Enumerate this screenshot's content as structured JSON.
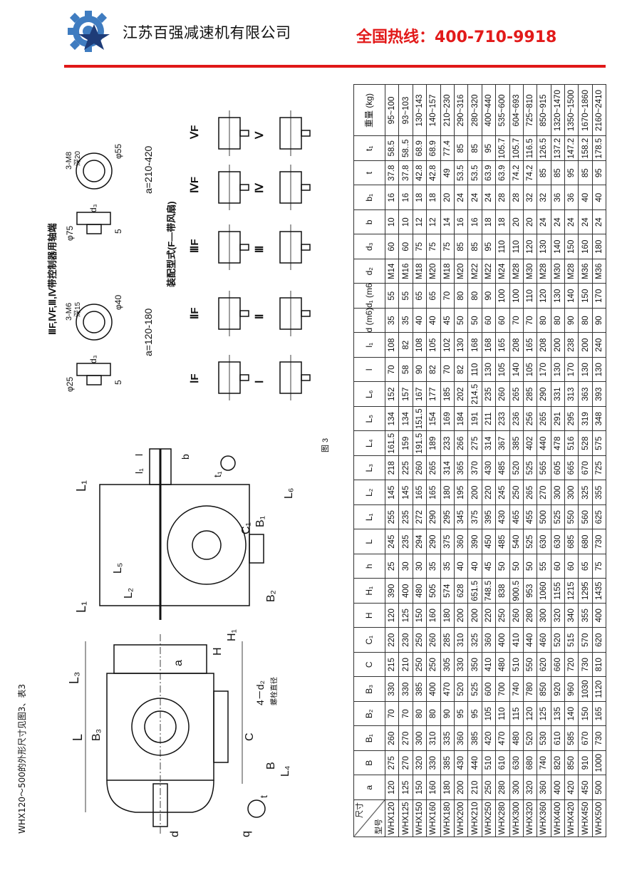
{
  "header": {
    "company": "江苏百强减速机有限公司",
    "hotline": "全国热线：400-710-9918",
    "brand_color": "#2a5aa0",
    "accent_color": "#e21a1a"
  },
  "caption": "WHX120～500的外形尺寸见图3、表3",
  "figure_label": "图 3",
  "drawing_labels": {
    "L": "L",
    "B3": "B₃",
    "L3": "L₃",
    "a": "a",
    "H": "H",
    "H1": "H₁",
    "C": "C",
    "B": "B",
    "d2": "4－d₂",
    "bolt": "螺栓直径",
    "L4": "L₄",
    "d": "d",
    "q": "q",
    "t": "t",
    "L1": "L₁",
    "L1b": "L₁",
    "L2": "L₂",
    "L5": "L₅",
    "C1": "C₁",
    "B1": "B₁",
    "B2": "B₂",
    "L6": "L₆",
    "l1": "l₁",
    "b": "b",
    "l": "l",
    "t1": "t₁"
  },
  "shaft_end": {
    "title": "ⅢF,ⅣF,Ⅲ,Ⅳ带控制器用轴端",
    "small": {
      "range": "a=120-180",
      "dia": "φ25",
      "flange": "φ40",
      "holes": "3-M6",
      "depth": "深15",
      "d3": "d₃",
      "five": "5"
    },
    "large": {
      "range": "a=210-420",
      "dia": "φ75",
      "flange": "φ55",
      "holes": "3-M8",
      "depth": "深20",
      "d3": "d₃",
      "five": "5"
    }
  },
  "assembly": {
    "title": "装配型式(F—带风扇)",
    "fan_row": [
      "ⅠF",
      "ⅡF",
      "ⅢF",
      "ⅣF",
      "ⅤF"
    ],
    "plain_row": [
      "Ⅰ",
      "Ⅱ",
      "Ⅲ",
      "Ⅳ",
      "Ⅴ"
    ]
  },
  "table": {
    "corner_top": "尺寸",
    "corner_bottom": "型号",
    "columns": [
      "a",
      "B",
      "B₁",
      "B₂",
      "B₃",
      "C",
      "C₁",
      "H",
      "H₁",
      "h",
      "L",
      "L₁",
      "L₂",
      "L₃",
      "L₄",
      "L₅",
      "L₆",
      "l",
      "l₁",
      "d (m6)",
      "d₁ (m6)",
      "d₂",
      "d₃",
      "b",
      "b₁",
      "t",
      "t₁",
      "重量 (kg)"
    ],
    "rows": [
      [
        "WHX120",
        "120",
        "275",
        "260",
        "70",
        "330",
        "215",
        "220",
        "120",
        "390",
        "25",
        "245",
        "255",
        "145",
        "218",
        "161.5",
        "134",
        "152",
        "70",
        "108",
        "35",
        "55",
        "M14",
        "60",
        "10",
        "16",
        "37.8",
        "58.5",
        "95~100"
      ],
      [
        "WHX125",
        "125",
        "270",
        "270",
        "70",
        "330",
        "210",
        "230",
        "125",
        "400",
        "30",
        "235",
        "235",
        "145",
        "225",
        "159",
        "134",
        "157",
        "58",
        "82",
        "35",
        "55",
        "M16",
        "60",
        "10",
        "16",
        "37.8",
        "58..5",
        "93~103"
      ],
      [
        "WHX150",
        "150",
        "320",
        "300",
        "80",
        "385",
        "250",
        "250",
        "150",
        "480",
        "30",
        "294",
        "272",
        "165",
        "260",
        "191.5",
        "151.5",
        "167",
        "90",
        "108",
        "40",
        "65",
        "M18",
        "75",
        "12",
        "18",
        "42.8",
        "68.9",
        "130~143"
      ],
      [
        "WHX160",
        "160",
        "330",
        "310",
        "80",
        "400",
        "250",
        "260",
        "160",
        "505",
        "35",
        "290",
        "290",
        "165",
        "265",
        "189",
        "154",
        "177",
        "82",
        "105",
        "40",
        "65",
        "M20",
        "75",
        "12",
        "18",
        "42.8",
        "68.9",
        "140~157"
      ],
      [
        "WHX180",
        "180",
        "385",
        "335",
        "90",
        "470",
        "305",
        "285",
        "180",
        "574",
        "35",
        "375",
        "295",
        "180",
        "314",
        "233",
        "169",
        "185",
        "70",
        "102",
        "45",
        "70",
        "M18",
        "75",
        "14",
        "20",
        "49",
        "77.4",
        "210~230"
      ],
      [
        "WHX200",
        "200",
        "430",
        "360",
        "95",
        "520",
        "330",
        "310",
        "200",
        "628",
        "40",
        "360",
        "345",
        "195",
        "365",
        "266",
        "184",
        "202",
        "82",
        "130",
        "50",
        "80",
        "M20",
        "85",
        "16",
        "24",
        "53.5",
        "85",
        "290~316"
      ],
      [
        "WHX210",
        "210",
        "440",
        "385",
        "95",
        "525",
        "350",
        "325",
        "200",
        "651.5",
        "40",
        "390",
        "375",
        "200",
        "370",
        "275",
        "191",
        "214.5",
        "110",
        "168",
        "50",
        "80",
        "M22",
        "85",
        "16",
        "24",
        "53.5",
        "85",
        "280~320"
      ],
      [
        "WHX250",
        "250",
        "510",
        "420",
        "105",
        "600",
        "410",
        "360",
        "220",
        "748.5",
        "45",
        "450",
        "395",
        "220",
        "430",
        "314",
        "211",
        "235",
        "130",
        "168",
        "60",
        "90",
        "M22",
        "95",
        "18",
        "24",
        "63.9",
        "95",
        "400~440"
      ],
      [
        "WHX280",
        "280",
        "610",
        "470",
        "110",
        "700",
        "480",
        "400",
        "250",
        "838",
        "50",
        "485",
        "430",
        "245",
        "485",
        "367",
        "233",
        "260",
        "105",
        "165",
        "60",
        "100",
        "M24",
        "110",
        "18",
        "28",
        "63.9",
        "105.7",
        "535~600"
      ],
      [
        "WHX300",
        "300",
        "630",
        "480",
        "115",
        "740",
        "510",
        "410",
        "260",
        "900.5",
        "50",
        "540",
        "465",
        "250",
        "520",
        "385",
        "236",
        "265",
        "140",
        "208",
        "70",
        "100",
        "M28",
        "110",
        "20",
        "28",
        "74.2",
        "105.7",
        "604~693"
      ],
      [
        "WHX320",
        "320",
        "680",
        "520",
        "120",
        "780",
        "550",
        "440",
        "280",
        "953",
        "50",
        "525",
        "455",
        "265",
        "525",
        "402",
        "256",
        "285",
        "105",
        "165",
        "70",
        "110",
        "M30",
        "120",
        "20",
        "32",
        "74.2",
        "116.5",
        "725~810"
      ],
      [
        "WHX360",
        "360",
        "740",
        "530",
        "125",
        "850",
        "620",
        "460",
        "300",
        "1060",
        "55",
        "630",
        "500",
        "270",
        "565",
        "440",
        "265",
        "290",
        "170",
        "208",
        "80",
        "120",
        "M28",
        "130",
        "24",
        "32",
        "85",
        "126.5",
        "850~915"
      ],
      [
        "WHX400",
        "400",
        "820",
        "610",
        "135",
        "920",
        "660",
        "520",
        "320",
        "1155",
        "60",
        "630",
        "525",
        "300",
        "605",
        "478",
        "291",
        "331",
        "130",
        "200",
        "80",
        "130",
        "M30",
        "140",
        "24",
        "36",
        "85",
        "137.2",
        "1320~1470"
      ],
      [
        "WHX420",
        "420",
        "850",
        "585",
        "140",
        "960",
        "720",
        "515",
        "340",
        "1215",
        "60",
        "685",
        "550",
        "300",
        "665",
        "516",
        "295",
        "313",
        "170",
        "238",
        "90",
        "140",
        "M28",
        "150",
        "24",
        "36",
        "95",
        "147.2",
        "1350~1500"
      ],
      [
        "WHX450",
        "450",
        "910",
        "670",
        "150",
        "1030",
        "730",
        "570",
        "355",
        "1295",
        "65",
        "680",
        "560",
        "325",
        "670",
        "528",
        "319",
        "363",
        "130",
        "200",
        "80",
        "150",
        "M36",
        "160",
        "24",
        "40",
        "85",
        "158.2",
        "1670~1860"
      ],
      [
        "WHX500",
        "500",
        "1000",
        "730",
        "165",
        "1120",
        "810",
        "620",
        "400",
        "1435",
        "75",
        "730",
        "625",
        "355",
        "725",
        "575",
        "348",
        "393",
        "130",
        "240",
        "90",
        "170",
        "M36",
        "180",
        "24",
        "40",
        "95",
        "178.5",
        "2160~2410"
      ]
    ]
  }
}
